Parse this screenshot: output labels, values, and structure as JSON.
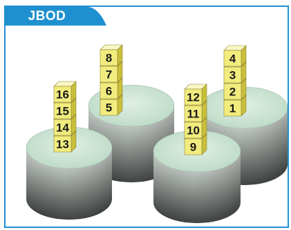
{
  "header": {
    "title": "JBOD"
  },
  "colors": {
    "frame_border": "#1e90d0",
    "header_fill": "#1e90d0",
    "disk_top": "#cfe6d8",
    "disk_side_light": "#e8f0ea",
    "disk_side_dark": "#2c302e",
    "block_front": "#f2ec7e",
    "block_top": "#fbf7c4",
    "block_side": "#c9bf3c"
  },
  "disks": [
    {
      "id": "disk-1",
      "blocks": [
        "1",
        "2",
        "3",
        "4"
      ]
    },
    {
      "id": "disk-2",
      "blocks": [
        "5",
        "6",
        "7",
        "8"
      ]
    },
    {
      "id": "disk-3",
      "blocks": [
        "9",
        "10",
        "11",
        "12"
      ]
    },
    {
      "id": "disk-4",
      "blocks": [
        "13",
        "14",
        "15",
        "16"
      ]
    }
  ]
}
